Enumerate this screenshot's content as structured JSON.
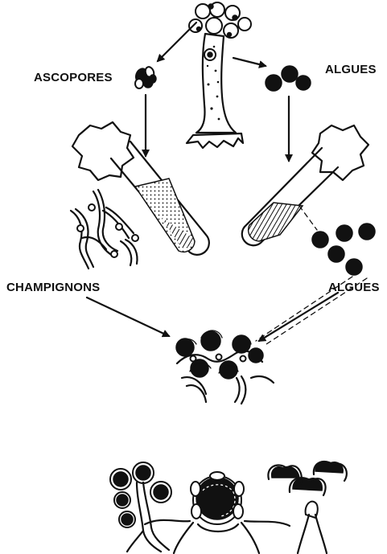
{
  "labels": {
    "ascospores": "ASCOPORES",
    "algues_top": "ALGUES",
    "champignons": "CHAMPIGNONS",
    "algues_bottom": "ALGUES"
  },
  "colors": {
    "ink": "#111111",
    "paper": "#ffffff"
  }
}
